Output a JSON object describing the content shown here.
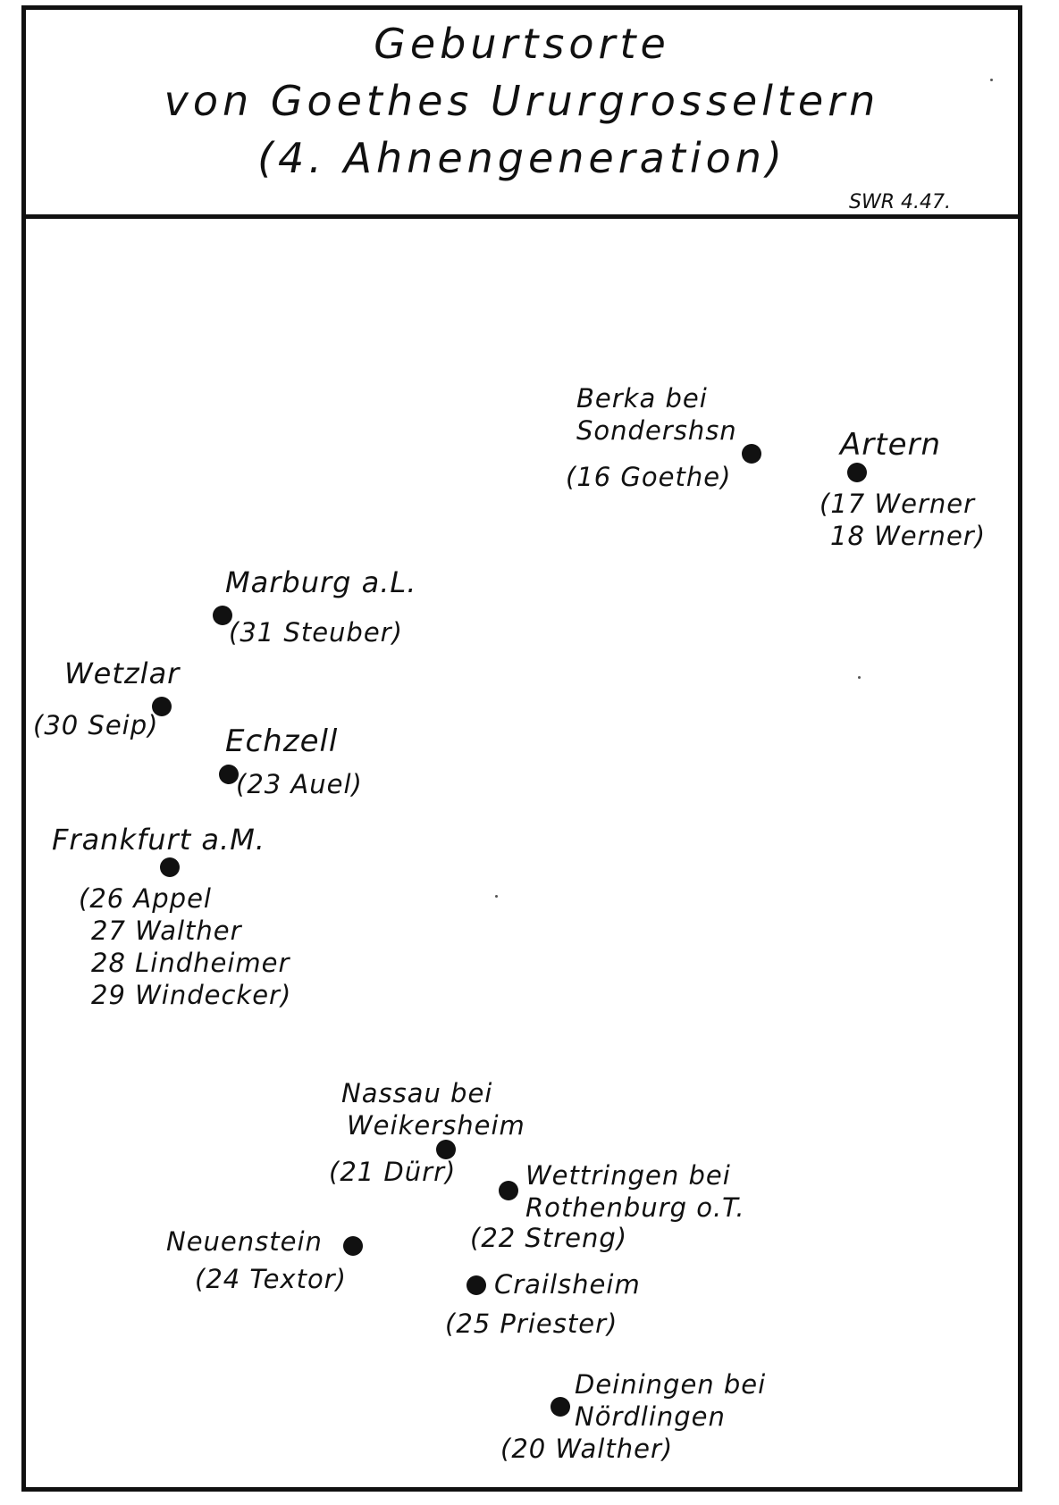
{
  "title": {
    "line1": "Geburtsorte",
    "line2": "von Goethes Urur­grosseltern",
    "line3": "(4. Ahnengeneration)"
  },
  "signature": "SWR 4.47.",
  "places": {
    "berka": {
      "name1": "Berka bei",
      "name2": "Sondershsn",
      "people": [
        "(16 Goethe)"
      ]
    },
    "artern": {
      "name": "Artern",
      "people": [
        "(17 Werner",
        "18 Werner)"
      ]
    },
    "marburg": {
      "name": "Marburg a.L.",
      "people": [
        "(31 Steuber)"
      ]
    },
    "wetzlar": {
      "name": "Wetzlar",
      "people": [
        "(30 Seip)"
      ]
    },
    "echzell": {
      "name": "Echzell",
      "people": [
        "(23 Auel)"
      ]
    },
    "frankfurt": {
      "name": "Frankfurt a.M.",
      "people": [
        "(26 Appel",
        "27 Walther",
        "28 Lindheimer",
        "29 Windecker)"
      ]
    },
    "nassau": {
      "name1": "Nassau bei",
      "name2": "Weikersheim",
      "people": [
        "(21 Dürr)"
      ]
    },
    "wettringen": {
      "name1": "Wettringen bei",
      "name2": "Rothenburg o.T.",
      "people": [
        "(22 Streng)"
      ]
    },
    "neuenstein": {
      "name": "Neuenstein",
      "people": [
        "(24 Textor)"
      ]
    },
    "crailsheim": {
      "name": "Crailsheim",
      "people": [
        "(25 Priester)"
      ]
    },
    "deiningen": {
      "name1": "Deiningen bei",
      "name2": "Nördlingen",
      "people": [
        "(20 Walther)"
      ]
    }
  }
}
